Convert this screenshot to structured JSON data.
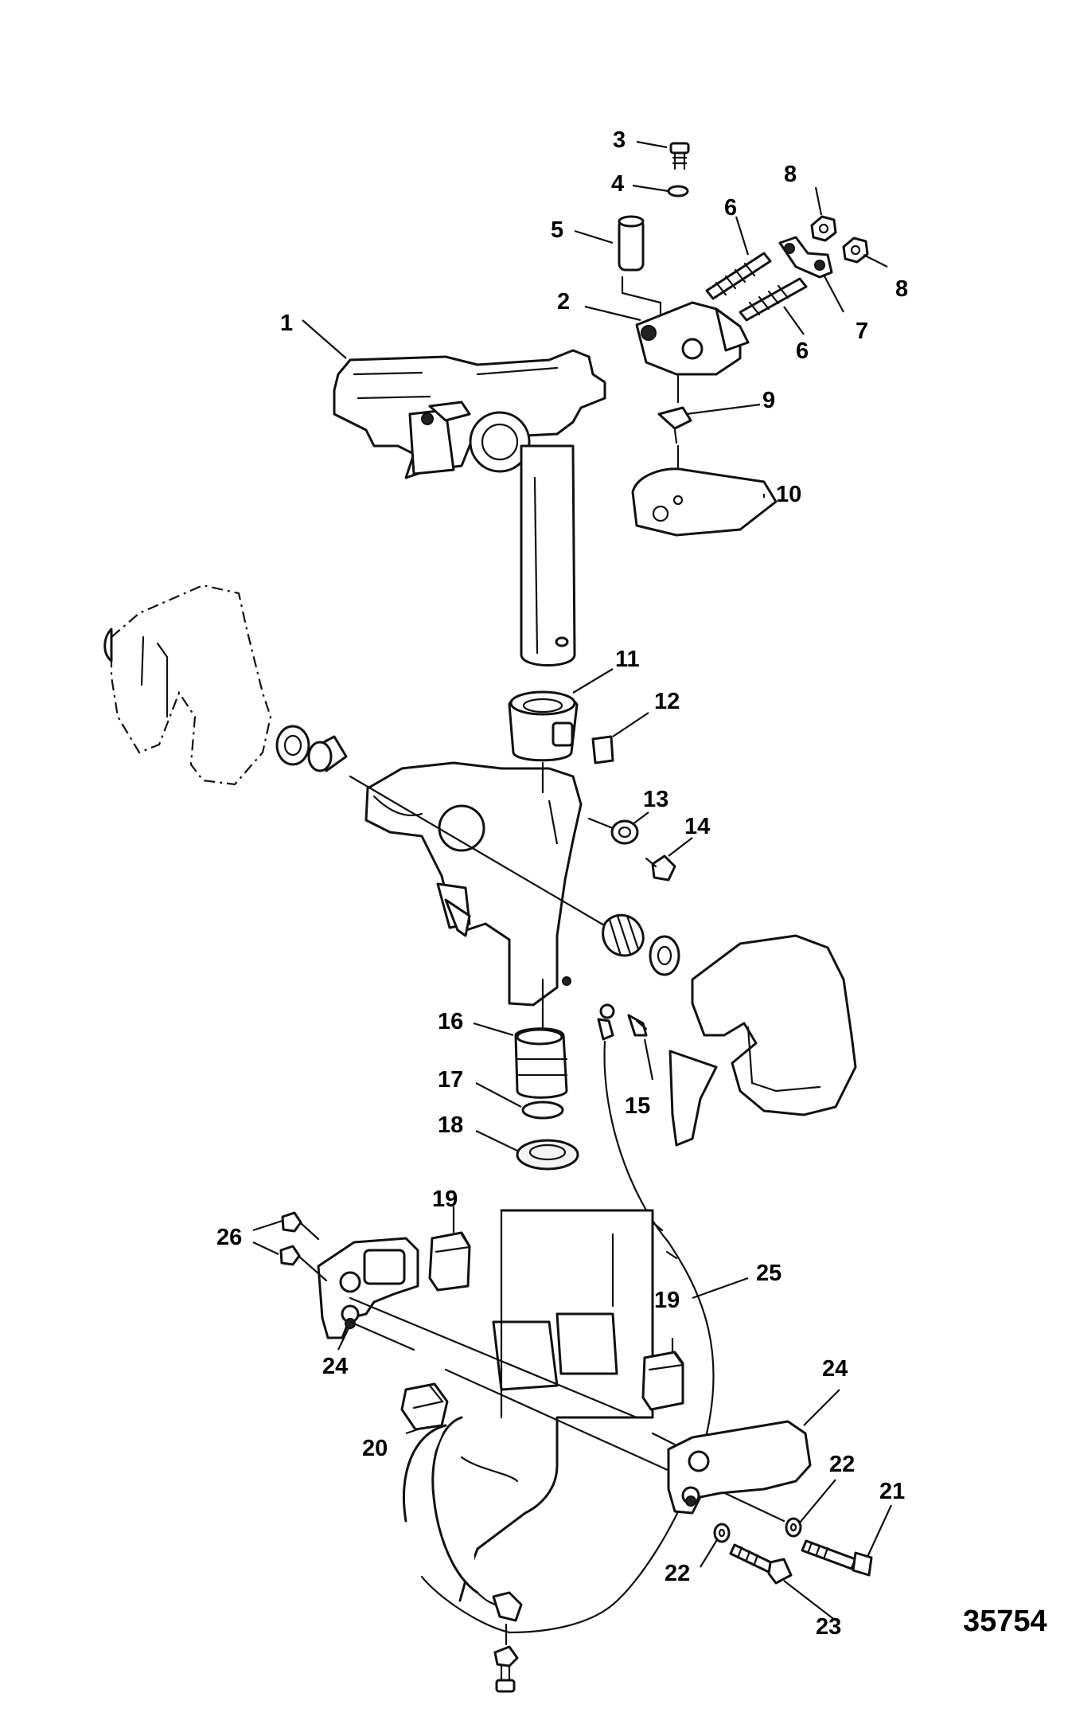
{
  "diagram_id": "35754",
  "callouts": [
    "1",
    "2",
    "3",
    "4",
    "5",
    "6",
    "6",
    "7",
    "8",
    "8",
    "9",
    "10",
    "11",
    "12",
    "13",
    "14",
    "15",
    "16",
    "17",
    "18",
    "19",
    "19",
    "20",
    "21",
    "22",
    "22",
    "23",
    "24",
    "24",
    "25",
    "26"
  ]
}
